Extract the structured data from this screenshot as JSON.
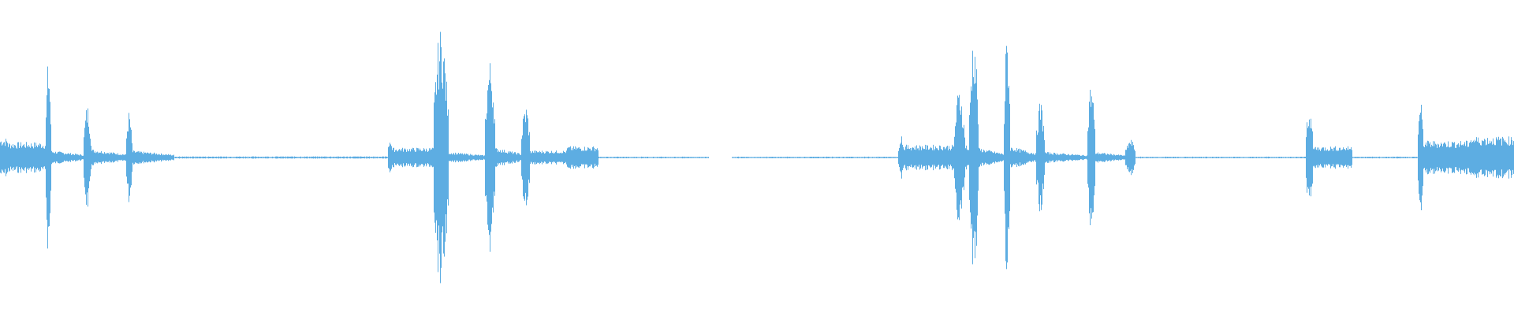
{
  "waveform": {
    "color": "#5DADE2",
    "background": "#FFFFFF",
    "duration_fraction_segments": [
      {
        "start": 0.0,
        "end": 0.005,
        "amp": 0.14,
        "kind": "noise"
      },
      {
        "start": 0.005,
        "end": 0.03,
        "amp": 0.11,
        "kind": "noise"
      },
      {
        "start": 0.03,
        "end": 0.0335,
        "amp": 0.7,
        "kind": "burst"
      },
      {
        "start": 0.0335,
        "end": 0.055,
        "amp": 0.05,
        "kind": "decay"
      },
      {
        "start": 0.055,
        "end": 0.06,
        "amp": 0.38,
        "kind": "burst"
      },
      {
        "start": 0.06,
        "end": 0.083,
        "amp": 0.06,
        "kind": "decay"
      },
      {
        "start": 0.083,
        "end": 0.087,
        "amp": 0.33,
        "kind": "burst"
      },
      {
        "start": 0.087,
        "end": 0.115,
        "amp": 0.05,
        "kind": "decay"
      },
      {
        "start": 0.115,
        "end": 0.256,
        "amp": 0.008,
        "kind": "silence"
      },
      {
        "start": 0.256,
        "end": 0.259,
        "amp": 0.15,
        "kind": "burst"
      },
      {
        "start": 0.259,
        "end": 0.286,
        "amp": 0.07,
        "kind": "noise"
      },
      {
        "start": 0.286,
        "end": 0.296,
        "amp": 0.92,
        "kind": "burst"
      },
      {
        "start": 0.296,
        "end": 0.32,
        "amp": 0.04,
        "kind": "decay"
      },
      {
        "start": 0.32,
        "end": 0.327,
        "amp": 0.7,
        "kind": "burst"
      },
      {
        "start": 0.327,
        "end": 0.344,
        "amp": 0.07,
        "kind": "decay"
      },
      {
        "start": 0.344,
        "end": 0.35,
        "amp": 0.38,
        "kind": "burst"
      },
      {
        "start": 0.35,
        "end": 0.374,
        "amp": 0.05,
        "kind": "noise"
      },
      {
        "start": 0.374,
        "end": 0.395,
        "amp": 0.08,
        "kind": "noise"
      },
      {
        "start": 0.395,
        "end": 0.468,
        "amp": 0.006,
        "kind": "silence"
      },
      {
        "start": 0.468,
        "end": 0.483,
        "amp": 0.0,
        "kind": "gap"
      },
      {
        "start": 0.483,
        "end": 0.593,
        "amp": 0.006,
        "kind": "silence"
      },
      {
        "start": 0.593,
        "end": 0.597,
        "amp": 0.17,
        "kind": "burst"
      },
      {
        "start": 0.597,
        "end": 0.63,
        "amp": 0.09,
        "kind": "noise"
      },
      {
        "start": 0.63,
        "end": 0.637,
        "amp": 0.5,
        "kind": "burst"
      },
      {
        "start": 0.637,
        "end": 0.64,
        "amp": 0.12,
        "kind": "decay"
      },
      {
        "start": 0.64,
        "end": 0.646,
        "amp": 0.9,
        "kind": "burst"
      },
      {
        "start": 0.646,
        "end": 0.663,
        "amp": 0.07,
        "kind": "decay"
      },
      {
        "start": 0.663,
        "end": 0.667,
        "amp": 0.9,
        "kind": "burst"
      },
      {
        "start": 0.667,
        "end": 0.684,
        "amp": 0.08,
        "kind": "decay"
      },
      {
        "start": 0.684,
        "end": 0.69,
        "amp": 0.4,
        "kind": "burst"
      },
      {
        "start": 0.69,
        "end": 0.718,
        "amp": 0.04,
        "kind": "decay"
      },
      {
        "start": 0.718,
        "end": 0.723,
        "amp": 0.55,
        "kind": "burst"
      },
      {
        "start": 0.723,
        "end": 0.743,
        "amp": 0.04,
        "kind": "decay"
      },
      {
        "start": 0.743,
        "end": 0.75,
        "amp": 0.13,
        "kind": "burst"
      },
      {
        "start": 0.75,
        "end": 0.862,
        "amp": 0.006,
        "kind": "silence"
      },
      {
        "start": 0.862,
        "end": 0.867,
        "amp": 0.38,
        "kind": "burst"
      },
      {
        "start": 0.867,
        "end": 0.893,
        "amp": 0.08,
        "kind": "noise"
      },
      {
        "start": 0.893,
        "end": 0.936,
        "amp": 0.006,
        "kind": "silence"
      },
      {
        "start": 0.936,
        "end": 0.94,
        "amp": 0.4,
        "kind": "burst"
      },
      {
        "start": 0.94,
        "end": 0.97,
        "amp": 0.12,
        "kind": "noise"
      },
      {
        "start": 0.97,
        "end": 1.0,
        "amp": 0.15,
        "kind": "noise"
      }
    ]
  }
}
